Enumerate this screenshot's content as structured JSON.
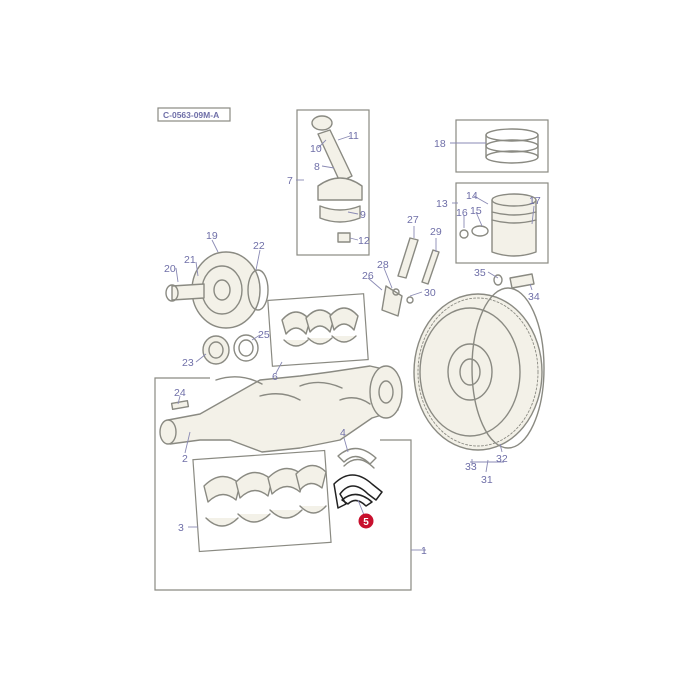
{
  "diagram": {
    "reference_code": "C-0563-09M-A",
    "highlight_color": "#c8102e",
    "line_color": "#8a8a82",
    "label_color": "#6f6fa8",
    "highlighted_part": "5",
    "callouts": {
      "c1": "1",
      "c2": "2",
      "c3": "3",
      "c4": "4",
      "c5": "5",
      "c6": "6",
      "c7": "7",
      "c8": "8",
      "c9": "9",
      "c10": "10",
      "c11": "11",
      "c12": "12",
      "c13": "13",
      "c14": "14",
      "c15": "15",
      "c16": "16",
      "c17": "17",
      "c18": "18",
      "c19": "19",
      "c20": "20",
      "c21": "21",
      "c22": "22",
      "c23": "23",
      "c24": "24",
      "c25": "25",
      "c26": "26",
      "c27": "27",
      "c28": "28",
      "c29": "29",
      "c30": "30",
      "c31": "31",
      "c32": "32",
      "c33": "33",
      "c34": "34",
      "c35": "35"
    }
  }
}
